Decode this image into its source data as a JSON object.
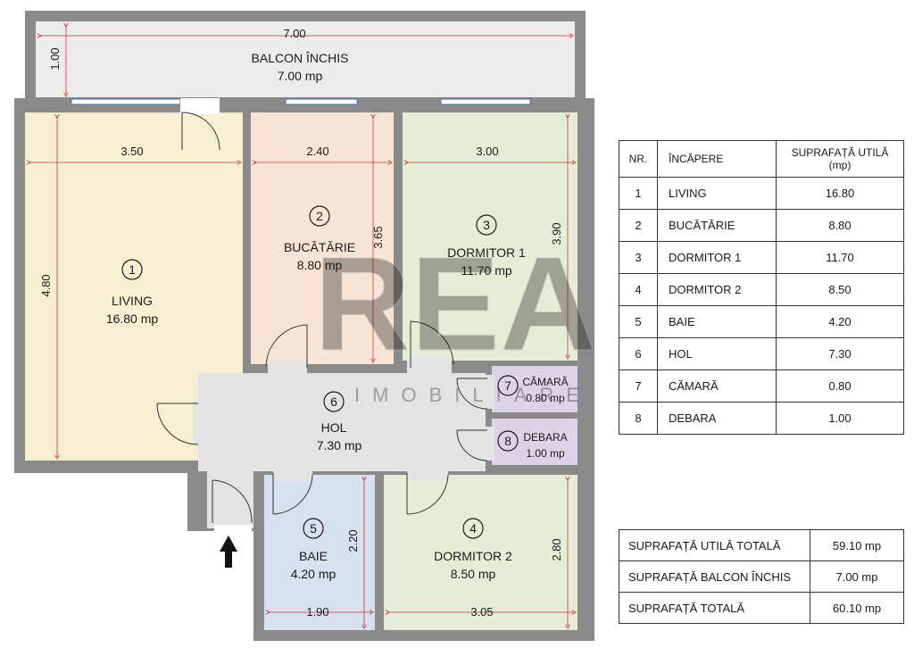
{
  "balcony": {
    "label": "BALCON ÎNCHIS",
    "area": "7.00 mp",
    "dim_width": "7.00",
    "dim_depth": "1.00"
  },
  "rooms_plan": {
    "living": {
      "num": "1",
      "name": "LIVING",
      "area": "16.80 mp",
      "dim_w": "3.50",
      "dim_h": "4.80"
    },
    "kitchen": {
      "num": "2",
      "name": "BUCĂTĂRIE",
      "area": "8.80 mp",
      "dim_w": "2.40",
      "dim_h": "3.65"
    },
    "bedroom1": {
      "num": "3",
      "name": "DORMITOR 1",
      "area": "11.70 mp",
      "dim_w": "3.00",
      "dim_h": "3.90"
    },
    "bedroom2": {
      "num": "4",
      "name": "DORMITOR 2",
      "area": "8.50 mp",
      "dim_w": "3.05",
      "dim_h": "2.80"
    },
    "bath": {
      "num": "5",
      "name": "BAIE",
      "area": "4.20 mp",
      "dim_w": "1.90",
      "dim_h": "2.20"
    },
    "hall": {
      "num": "6",
      "name": "HOL",
      "area": "7.30 mp"
    },
    "pantry": {
      "num": "7",
      "name": "CĂMARĂ",
      "area": "0.80 mp"
    },
    "storage": {
      "num": "8",
      "name": "DEBARA",
      "area": "1.00 mp"
    }
  },
  "watermark": {
    "main": "REA",
    "sub": "IMOBILIARE"
  },
  "table": {
    "headers": {
      "nr": "NR.",
      "room": "ÎNCĂPERE",
      "area_line1": "SUPRAFAȚĂ UTILĂ",
      "area_line2": "(mp)"
    },
    "rows": [
      {
        "nr": "1",
        "name": "LIVING",
        "area": "16.80"
      },
      {
        "nr": "2",
        "name": "BUCĂTĂRIE",
        "area": "8.80"
      },
      {
        "nr": "3",
        "name": "DORMITOR 1",
        "area": "11.70"
      },
      {
        "nr": "4",
        "name": "DORMITOR 2",
        "area": "8.50"
      },
      {
        "nr": "5",
        "name": "BAIE",
        "area": "4.20"
      },
      {
        "nr": "6",
        "name": "HOL",
        "area": "7.30"
      },
      {
        "nr": "7",
        "name": "CĂMARĂ",
        "area": "0.80"
      },
      {
        "nr": "8",
        "name": "DEBARA",
        "area": "1.00"
      }
    ]
  },
  "totals": [
    {
      "label": "SUPRAFAȚĂ UTILĂ TOTALĂ",
      "value": "59.10 mp"
    },
    {
      "label": "SUPRAFAȚĂ BALCON ÎNCHIS",
      "value": "7.00 mp"
    },
    {
      "label": "SUPRAFAȚĂ TOTALĂ",
      "value": "60.10 mp"
    }
  ],
  "colors": {
    "wall": "#8a8a8a",
    "balcony": "#ececec",
    "living": "#f7efd2",
    "kitchen": "#f8e4d4",
    "bedroom1": "#e5edd6",
    "bedroom2": "#e5edd6",
    "bath": "#d7e1ef",
    "hall": "#e3e3e3",
    "pantry": "#dcd3e6",
    "storage": "#dcd3e6",
    "dim_line": "#cc3333"
  }
}
